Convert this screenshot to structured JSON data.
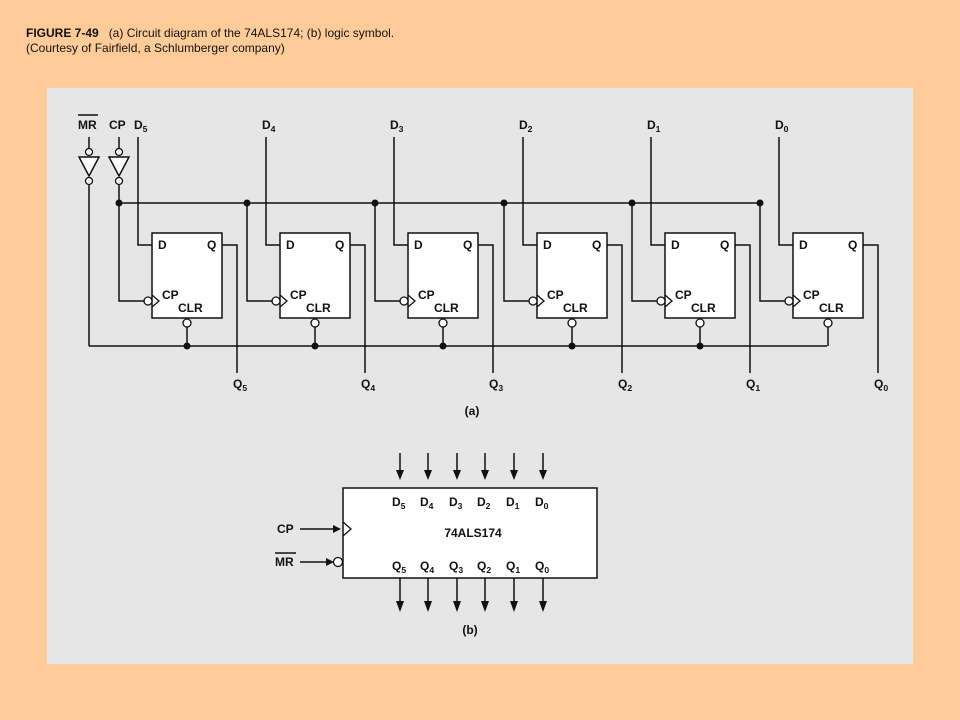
{
  "caption": {
    "figure": "FIGURE 7-49",
    "text": "(a) Circuit diagram of the 74ALS174; (b) logic symbol.",
    "courtesy": "(Courtesy of Fairfield, a Schlumberger company)"
  },
  "colors": {
    "background": "#ffcc99",
    "panel": "#e6e6e6",
    "line": "#111111"
  },
  "circuit": {
    "mr_label": "MR",
    "cp_label": "CP",
    "flipflops": [
      {
        "d_pin": "D",
        "q_pin": "Q",
        "cp_pin": "CP",
        "clr_pin": "CLR",
        "input": "D",
        "input_sub": "5",
        "output": "Q",
        "output_sub": "5"
      },
      {
        "d_pin": "D",
        "q_pin": "Q",
        "cp_pin": "CP",
        "clr_pin": "CLR",
        "input": "D",
        "input_sub": "4",
        "output": "Q",
        "output_sub": "4"
      },
      {
        "d_pin": "D",
        "q_pin": "Q",
        "cp_pin": "CP",
        "clr_pin": "CLR",
        "input": "D",
        "input_sub": "3",
        "output": "Q",
        "output_sub": "3"
      },
      {
        "d_pin": "D",
        "q_pin": "Q",
        "cp_pin": "CP",
        "clr_pin": "CLR",
        "input": "D",
        "input_sub": "2",
        "output": "Q",
        "output_sub": "2"
      },
      {
        "d_pin": "D",
        "q_pin": "Q",
        "cp_pin": "CP",
        "clr_pin": "CLR",
        "input": "D",
        "input_sub": "1",
        "output": "Q",
        "output_sub": "1"
      },
      {
        "d_pin": "D",
        "q_pin": "Q",
        "cp_pin": "CP",
        "clr_pin": "CLR",
        "input": "D",
        "input_sub": "0",
        "output": "Q",
        "output_sub": "0"
      }
    ],
    "label": "(a)"
  },
  "symbol": {
    "name": "74ALS174",
    "cp_label": "CP",
    "mr_label": "MR",
    "inputs": [
      {
        "main": "D",
        "sub": "5"
      },
      {
        "main": "D",
        "sub": "4"
      },
      {
        "main": "D",
        "sub": "3"
      },
      {
        "main": "D",
        "sub": "2"
      },
      {
        "main": "D",
        "sub": "1"
      },
      {
        "main": "D",
        "sub": "0"
      }
    ],
    "outputs": [
      {
        "main": "Q",
        "sub": "5"
      },
      {
        "main": "Q",
        "sub": "4"
      },
      {
        "main": "Q",
        "sub": "3"
      },
      {
        "main": "Q",
        "sub": "2"
      },
      {
        "main": "Q",
        "sub": "1"
      },
      {
        "main": "Q",
        "sub": "0"
      }
    ],
    "label": "(b)"
  }
}
